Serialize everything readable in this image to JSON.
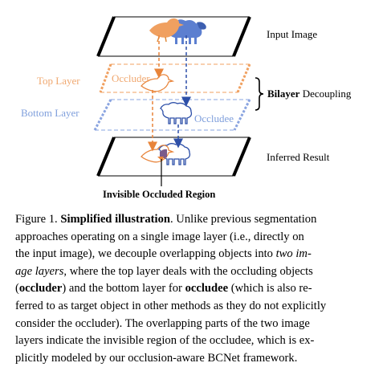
{
  "figure": {
    "labels": {
      "input_image": "Input Image",
      "top_layer": "Top Layer",
      "bottom_layer": "Bottom Layer",
      "occluder": "Occluder",
      "occludee": "Occludee",
      "bilayer_bold": "Bilayer",
      "bilayer_rest": " Decoupling",
      "inferred_result": "Inferred Result",
      "invisible_region": "Invisible Occluded Region"
    },
    "colors": {
      "occluder": "#f0a060",
      "occludee": "#6a8fd8",
      "dark_occludee": "#2d4fa8",
      "overlap": "#7a5a8a",
      "orange_text": "#f0a870",
      "blue_text": "#7f9fdc",
      "frame": "#000000"
    }
  },
  "caption": {
    "line1": [
      "Figure 1. ",
      "Simplified illustration",
      ".  Unlike previous segmentation"
    ],
    "line2": "approaches operating on a single image layer (i.e., directly on",
    "line3": [
      "the input image), we decouple overlapping objects into ",
      "two im-"
    ],
    "line4": [
      "age layers",
      ", where the top layer deals with the occluding objects"
    ],
    "line5": [
      "(",
      "occluder",
      ") and the bottom layer for ",
      "occludee",
      " (which is also re-"
    ],
    "line6": "ferred to as target object in other methods as they do not explicitly",
    "line7": "consider the occluder).  The overlapping parts of the two image",
    "line8": "layers indicate the invisible region of the occludee, which is ex-",
    "line9": "plicitly modeled by our occlusion-aware BCNet framework."
  }
}
